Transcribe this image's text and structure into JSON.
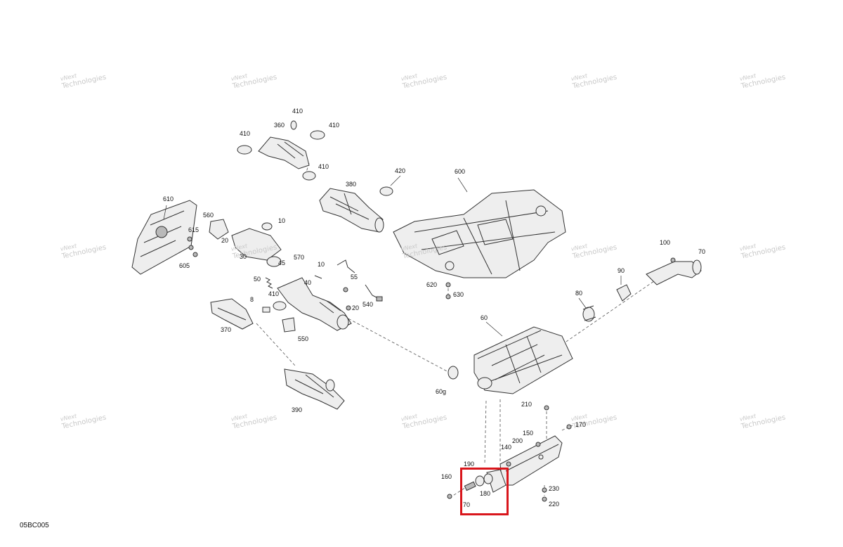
{
  "figure_code": "05BC005",
  "watermark": {
    "line1": "vNext",
    "line2": "Technologies"
  },
  "callouts": [
    {
      "id": "c410a",
      "text": "410"
    },
    {
      "id": "c360",
      "text": "360"
    },
    {
      "id": "c410b",
      "text": "410"
    },
    {
      "id": "c410c",
      "text": "410"
    },
    {
      "id": "c410d",
      "text": "410"
    },
    {
      "id": "c420",
      "text": "420"
    },
    {
      "id": "c380",
      "text": "380"
    },
    {
      "id": "c600",
      "text": "600"
    },
    {
      "id": "c610",
      "text": "610"
    },
    {
      "id": "c560",
      "text": "560"
    },
    {
      "id": "c615",
      "text": "615"
    },
    {
      "id": "c605",
      "text": "605"
    },
    {
      "id": "c10a",
      "text": "10"
    },
    {
      "id": "c20a",
      "text": "20"
    },
    {
      "id": "c30",
      "text": "30"
    },
    {
      "id": "c570",
      "text": "570"
    },
    {
      "id": "c45",
      "text": "45"
    },
    {
      "id": "c10b",
      "text": "10"
    },
    {
      "id": "c55",
      "text": "55"
    },
    {
      "id": "c50",
      "text": "50"
    },
    {
      "id": "c40",
      "text": "40"
    },
    {
      "id": "c410e",
      "text": "410"
    },
    {
      "id": "c540",
      "text": "540"
    },
    {
      "id": "c20b",
      "text": "20"
    },
    {
      "id": "c8",
      "text": "8"
    },
    {
      "id": "c370",
      "text": "370"
    },
    {
      "id": "c550",
      "text": "550"
    },
    {
      "id": "c390",
      "text": "390"
    },
    {
      "id": "c620",
      "text": "620"
    },
    {
      "id": "c630",
      "text": "630"
    },
    {
      "id": "c100",
      "text": "100"
    },
    {
      "id": "c70a",
      "text": "70"
    },
    {
      "id": "c90",
      "text": "90"
    },
    {
      "id": "c80",
      "text": "80"
    },
    {
      "id": "c60",
      "text": "60"
    },
    {
      "id": "c60g",
      "text": "60g"
    },
    {
      "id": "c210",
      "text": "210"
    },
    {
      "id": "c170",
      "text": "170"
    },
    {
      "id": "c150",
      "text": "150"
    },
    {
      "id": "c200",
      "text": "200"
    },
    {
      "id": "c140",
      "text": "140"
    },
    {
      "id": "c190",
      "text": "190"
    },
    {
      "id": "c160",
      "text": "160"
    },
    {
      "id": "c180",
      "text": "180"
    },
    {
      "id": "c70b",
      "text": "70"
    },
    {
      "id": "c230",
      "text": "230"
    },
    {
      "id": "c220",
      "text": "220"
    }
  ],
  "colors": {
    "highlight": "#d9161c",
    "line": "#333333",
    "fill": "#eeeeee",
    "watermark": "#c8c8c8"
  }
}
